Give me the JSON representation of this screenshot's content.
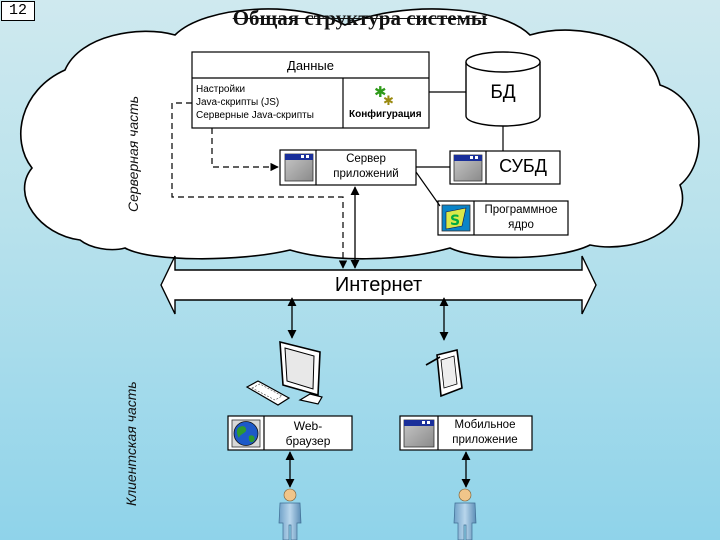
{
  "slide_number": "12",
  "title": "Общая структура системы",
  "server_side_label": "Серверная часть",
  "client_side_label": "Клиентская часть",
  "data_box": {
    "header": "Данные",
    "items": [
      "Настройки",
      "Java-скрипты (JS)",
      "Серверные Java-скрипты"
    ],
    "config_label": "Конфигурация"
  },
  "db_label": "БД",
  "app_server_label": [
    "Сервер",
    "приложений"
  ],
  "dbms_label": "СУБД",
  "kernel_label": [
    "Программное",
    "ядро"
  ],
  "internet_label": "Интернет",
  "web_browser_label": [
    "Web-",
    "браузер"
  ],
  "mobile_app_label": [
    "Мобильное",
    "приложение"
  ],
  "colors": {
    "background": "#b9e2ec",
    "cloud_fill": "#ffffff",
    "arrow": "#000000",
    "window_title_blue": "#1a2f9a"
  }
}
